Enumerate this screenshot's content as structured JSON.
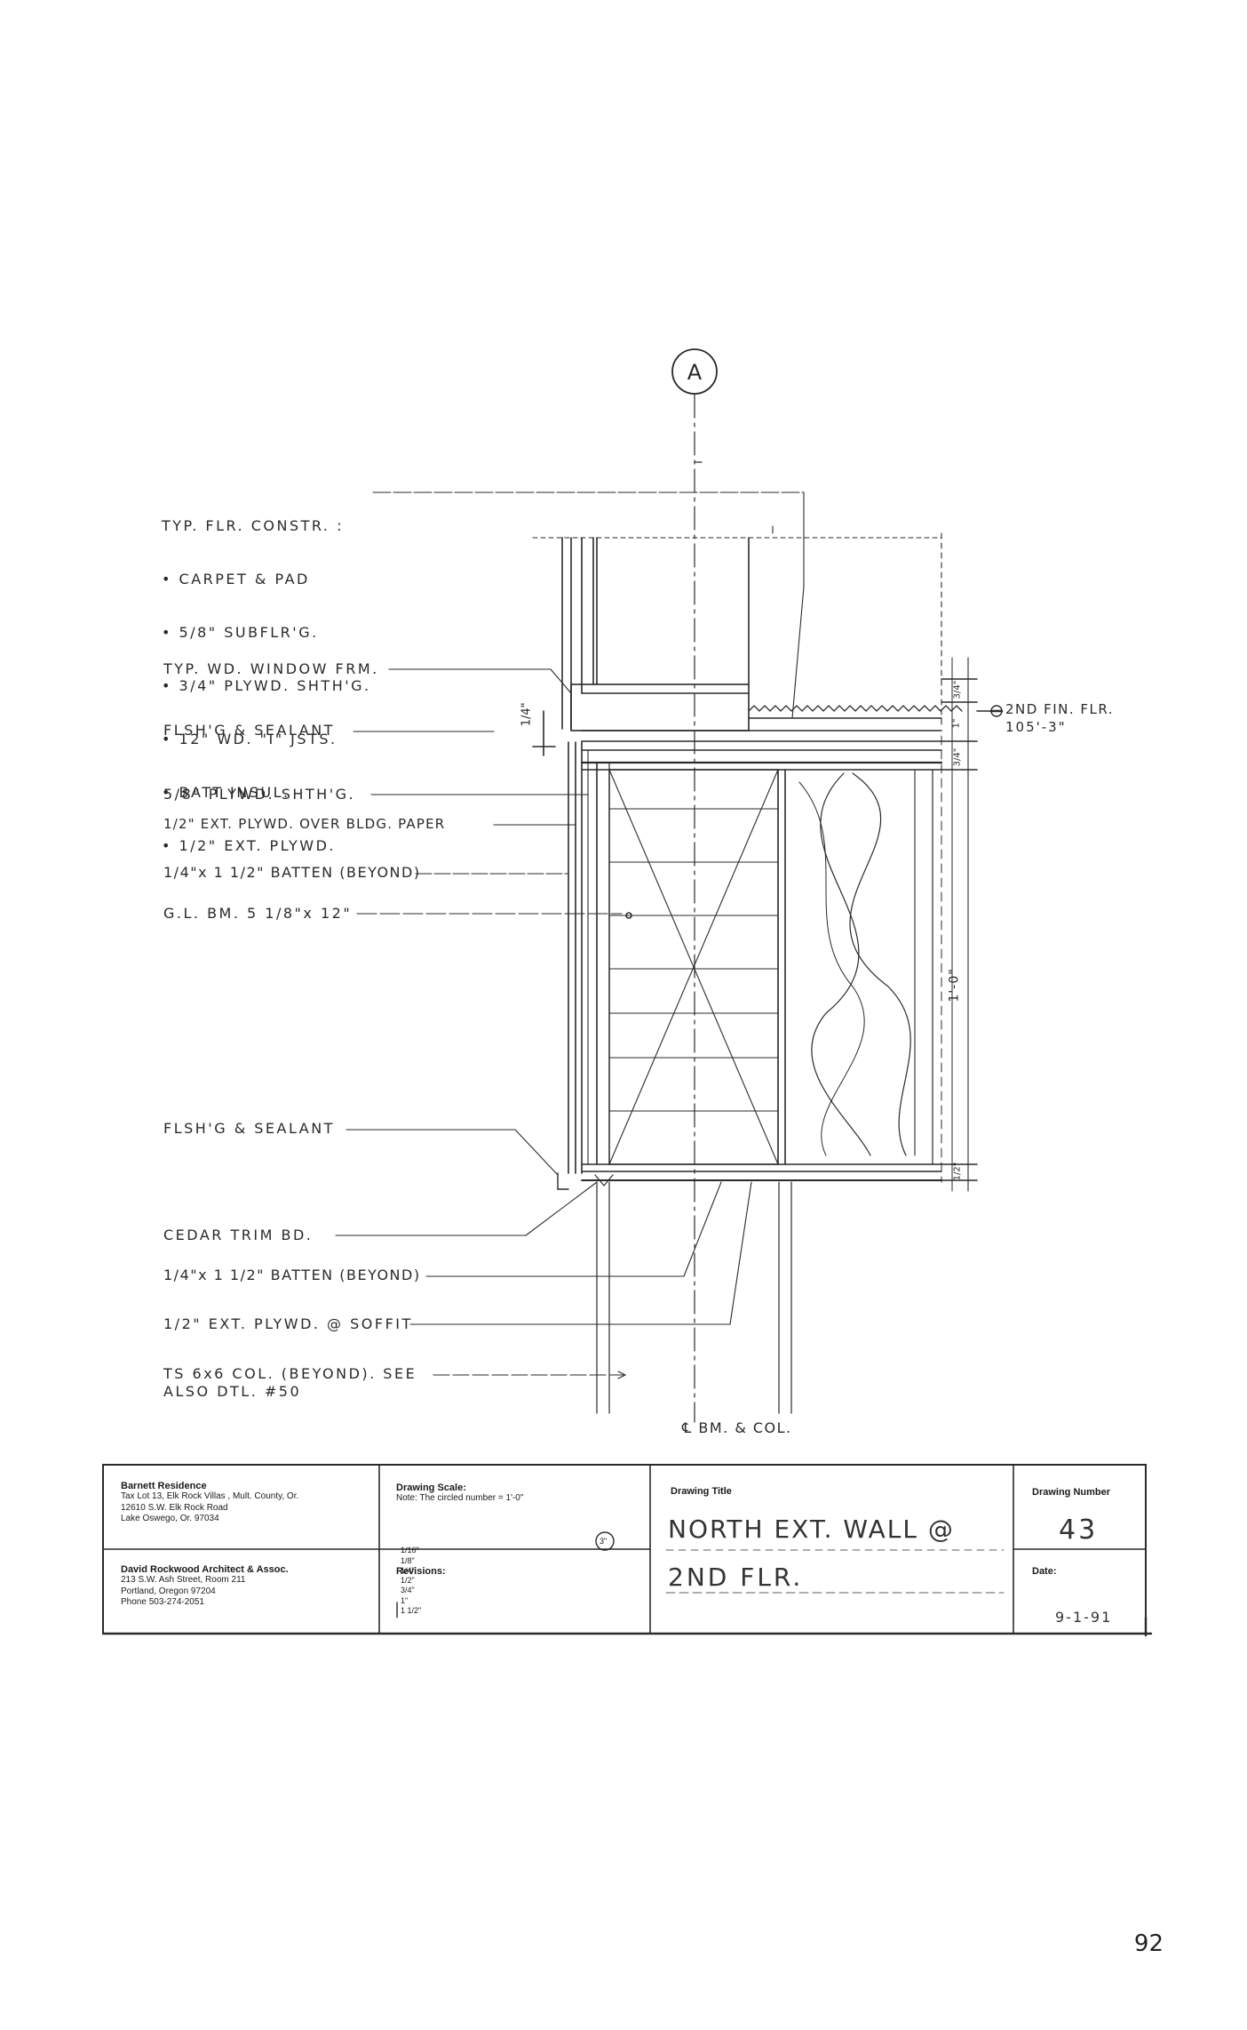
{
  "grid_marker": "A",
  "floor_callout": {
    "label": "2ND FIN. FLR.",
    "elevation": "105'-3\""
  },
  "dimensions": {
    "flashing_gap": "1/4\"",
    "dim_top": "3/4\"",
    "dim_mid": "1\"",
    "dim_lower": "3/4\"",
    "beam_depth": "1'-0\"",
    "dim_bottom": "1/2\""
  },
  "labels": {
    "floor_construction": [
      "TYP. FLR. CONSTR. :",
      "• CARPET & PAD",
      "• 5/8\" SUBFLR'G.",
      "• 3/4\" PLYWD. SHTH'G.",
      "• 12\" WD. \"I\" JSTS.",
      "• BATT INSUL.",
      "• 1/2\" EXT. PLYWD."
    ],
    "window_frame": "TYP. WD. WINDOW FRM.",
    "flashing_top": "FLSH'G & SEALANT",
    "plywood_sheathing": "5/8\" PLYWD. SHTH'G.",
    "ext_plywood": "1/2\" EXT. PLYWD. OVER BLDG. PAPER",
    "batten_upper": "1/4\"x 1 1/2\" BATTEN (BEYOND)",
    "glulam_beam": "G.L. BM. 5 1/8\"x 12\"",
    "flashing_bottom": "FLSH'G & SEALANT",
    "cedar_trim": "CEDAR TRIM BD.",
    "batten_lower": "1/4\"x 1 1/2\" BATTEN (BEYOND)",
    "soffit_plywood": "1/2\" EXT. PLYWD. @ SOFFIT",
    "column_line1": "TS 6x6 COL. (BEYOND). SEE",
    "column_line2": "ALSO DTL. #50",
    "centerline": "℄ BM. & COL."
  },
  "title_block": {
    "project": {
      "name": "Barnett Residence",
      "lines": [
        "Tax Lot 13, Elk Rock Villas , Mult. County, Or.",
        "12610 S.W. Elk Rock Road",
        "Lake Oswego, Or. 97034"
      ]
    },
    "architect": {
      "name": "David Rockwood Architect & Assoc.",
      "lines": [
        "213 S.W. Ash Street, Room 211",
        "Portland, Oregon 97204",
        "Phone 503-274-2051"
      ]
    },
    "scale": {
      "heading": "Drawing Scale:",
      "note": "Note: The circled number = 1'-0\"",
      "options": [
        "1/16\"",
        "1/8\"",
        "1/4\"",
        "1/2\"",
        "3/4\"",
        "1\"",
        "1 1/2\"",
        "3\""
      ],
      "selected": "3\""
    },
    "revisions": {
      "heading": "Revisions:",
      "value": "|"
    },
    "drawing_title": {
      "heading": "Drawing Title",
      "line1": "NORTH EXT. WALL @",
      "line2": "2ND FLR."
    },
    "drawing_number": {
      "heading": "Drawing Number",
      "value": "43"
    },
    "date": {
      "heading": "Date:",
      "value": "9-1-91"
    }
  },
  "page_number": "92",
  "colors": {
    "ink": "#2a2a2a",
    "paper": "#ffffff"
  }
}
